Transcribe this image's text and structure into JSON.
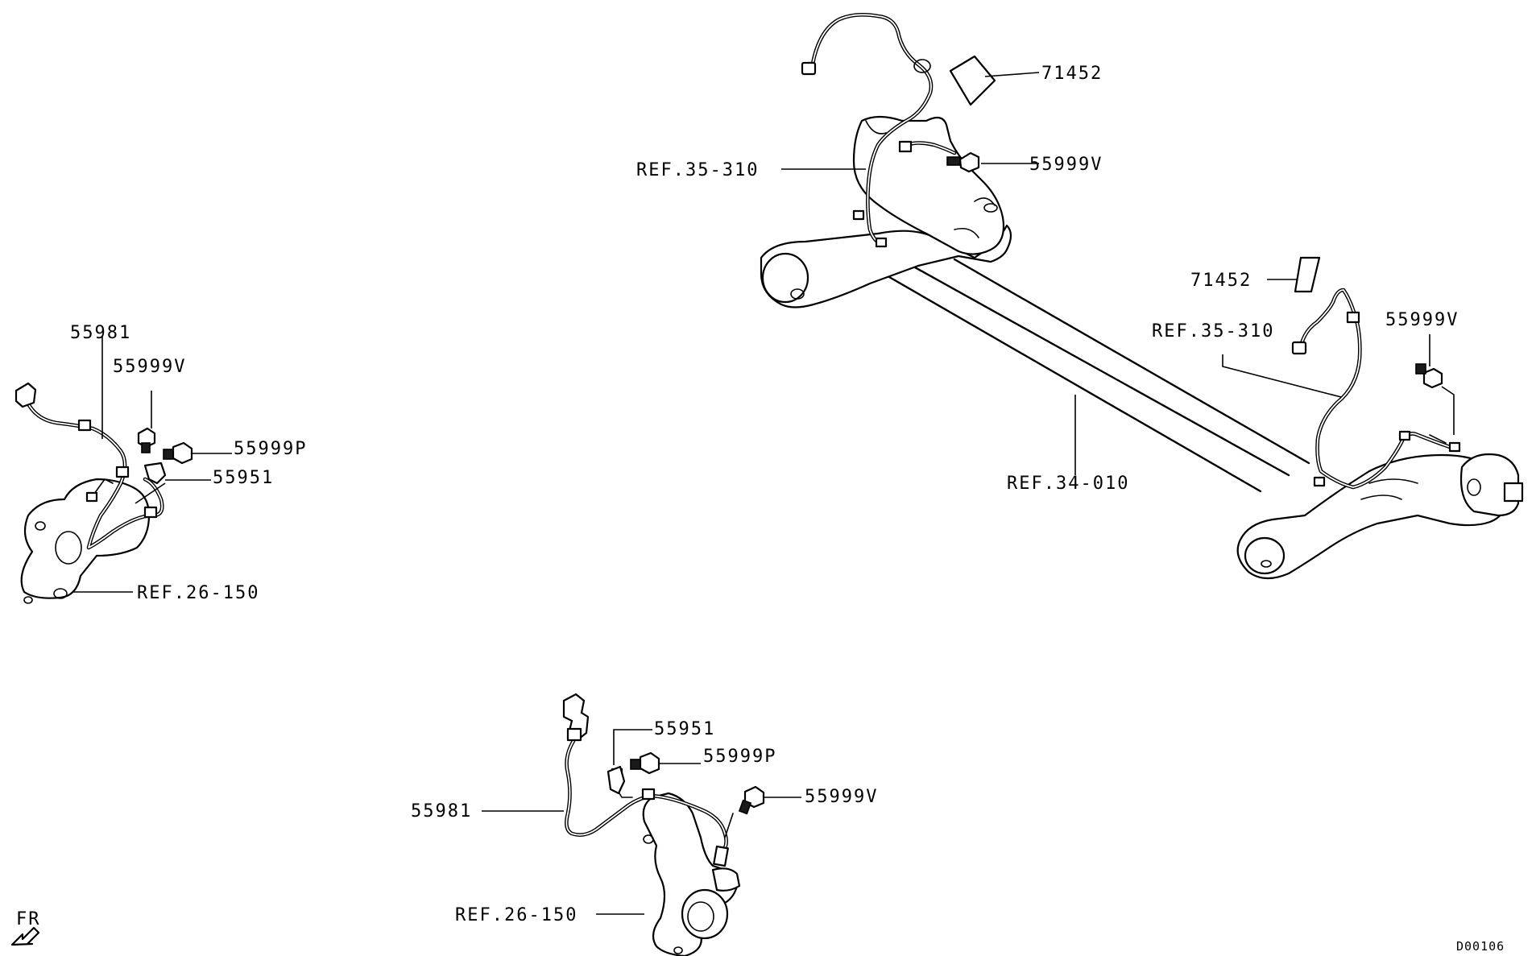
{
  "labels": {
    "rear_upper_71452": "71452",
    "rear_upper_ref_35_310": "REF.35-310",
    "rear_upper_55999v": "55999V",
    "rear_lower_71452": "71452",
    "rear_lower_ref_35_310": "REF.35-310",
    "rear_lower_55999v": "55999V",
    "axle_ref_34_010": "REF.34-010",
    "front_left_55981": "55981",
    "front_left_55999v": "55999V",
    "front_left_55999p": "55999P",
    "front_left_55951": "55951",
    "front_left_ref_26_150": "REF.26-150",
    "front_right_55951": "55951",
    "front_right_55999p": "55999P",
    "front_right_55981": "55981",
    "front_right_55999v": "55999V",
    "front_right_ref_26_150": "REF.26-150",
    "direction_fr": "FR",
    "drawing_code": "D00106"
  }
}
